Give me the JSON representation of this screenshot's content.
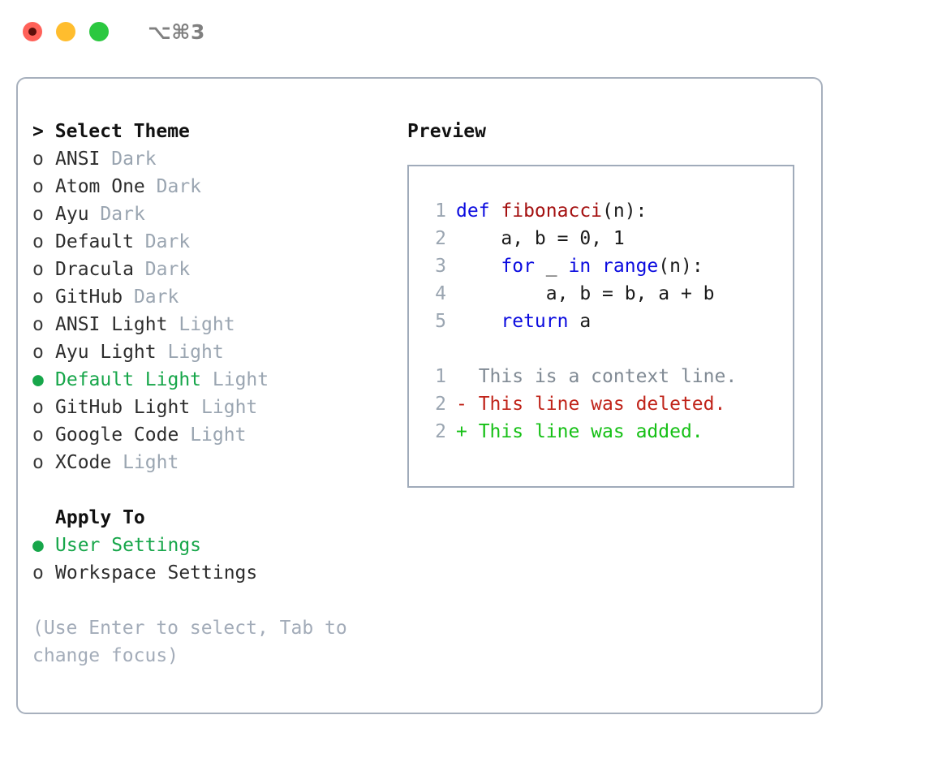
{
  "window": {
    "shortcut": "⌥⌘3",
    "lights": [
      {
        "name": "close",
        "color": "#ff6159"
      },
      {
        "name": "minimize",
        "color": "#ffbd2e"
      },
      {
        "name": "maximize",
        "color": "#2bc840"
      }
    ]
  },
  "theme_panel": {
    "title": "Select Theme",
    "caret": ">",
    "markers": {
      "selected": "●",
      "unselected": "o"
    },
    "accent_color": "#17a64a",
    "badge_color": "#9aa5b1",
    "items": [
      {
        "label": "ANSI",
        "badge": "Dark",
        "selected": false
      },
      {
        "label": "Atom One",
        "badge": "Dark",
        "selected": false
      },
      {
        "label": "Ayu",
        "badge": "Dark",
        "selected": false
      },
      {
        "label": "Default",
        "badge": "Dark",
        "selected": false
      },
      {
        "label": "Dracula",
        "badge": "Dark",
        "selected": false
      },
      {
        "label": "GitHub",
        "badge": "Dark",
        "selected": false
      },
      {
        "label": "ANSI Light",
        "badge": "Light",
        "selected": false
      },
      {
        "label": "Ayu Light",
        "badge": "Light",
        "selected": false
      },
      {
        "label": "Default Light",
        "badge": "Light",
        "selected": true
      },
      {
        "label": "GitHub Light",
        "badge": "Light",
        "selected": false
      },
      {
        "label": "Google Code",
        "badge": "Light",
        "selected": false
      },
      {
        "label": "XCode",
        "badge": "Light",
        "selected": false
      }
    ]
  },
  "apply_to": {
    "title": "Apply To",
    "items": [
      {
        "label": "User Settings",
        "selected": true
      },
      {
        "label": "Workspace Settings",
        "selected": false
      }
    ]
  },
  "hint": "(Use Enter to select, Tab to change focus)",
  "preview": {
    "title": "Preview",
    "code_lines": [
      {
        "number": "1",
        "tokens": [
          {
            "text": "def ",
            "kind": "kw"
          },
          {
            "text": "fibonacci",
            "kind": "fn"
          },
          {
            "text": "(n):",
            "kind": "plain"
          }
        ]
      },
      {
        "number": "2",
        "tokens": [
          {
            "text": "    a, b = 0, 1",
            "kind": "plain"
          }
        ]
      },
      {
        "number": "3",
        "tokens": [
          {
            "text": "    ",
            "kind": "plain"
          },
          {
            "text": "for",
            "kind": "kw"
          },
          {
            "text": " _ ",
            "kind": "plain"
          },
          {
            "text": "in",
            "kind": "kw"
          },
          {
            "text": " ",
            "kind": "plain"
          },
          {
            "text": "range",
            "kind": "kw"
          },
          {
            "text": "(n):",
            "kind": "plain"
          }
        ]
      },
      {
        "number": "4",
        "tokens": [
          {
            "text": "        a, b = b, a + b",
            "kind": "plain"
          }
        ]
      },
      {
        "number": "5",
        "tokens": [
          {
            "text": "    ",
            "kind": "plain"
          },
          {
            "text": "return",
            "kind": "kw"
          },
          {
            "text": " a",
            "kind": "plain"
          }
        ]
      }
    ],
    "diff_lines": [
      {
        "number": "1",
        "sign": " ",
        "text": "This is a context line.",
        "kind": "context"
      },
      {
        "number": "2",
        "sign": "-",
        "text": "This line was deleted.",
        "kind": "del"
      },
      {
        "number": "2",
        "sign": "+",
        "text": "This line was added.",
        "kind": "add"
      }
    ],
    "colors": {
      "keyword": "#0b0bdf",
      "function": "#a41010",
      "plain": "#1a1a1a",
      "gutter": "#9aa5b1",
      "diff_context": "#808a94",
      "diff_deleted": "#c0241a",
      "diff_added": "#16c016",
      "border": "#a0abba"
    }
  }
}
